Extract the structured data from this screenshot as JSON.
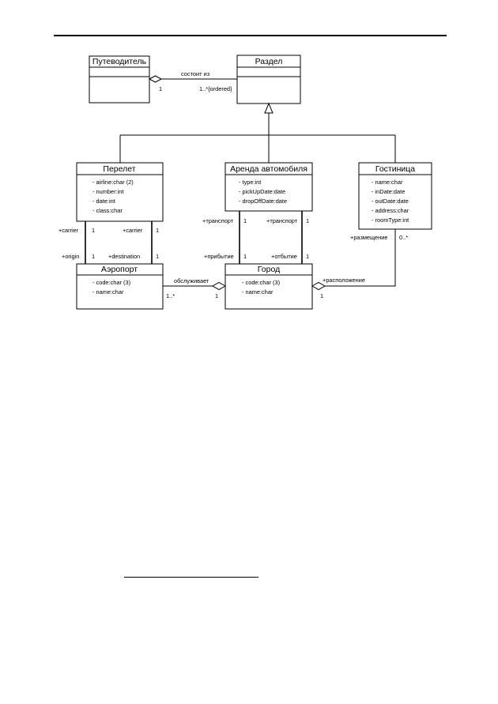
{
  "classes": {
    "guide": {
      "name": "Путеводитель",
      "attrs": []
    },
    "section": {
      "name": "Раздел",
      "attrs": []
    },
    "flight": {
      "name": "Перелет",
      "attrs": [
        "-  airline:char (2)",
        "-  number:int",
        "-  date:int",
        "-  class:char"
      ]
    },
    "car": {
      "name": "Аренда автомобиля",
      "attrs": [
        "-  type:int",
        "-  pickUpDate:date",
        "-  dropOffDate:date"
      ]
    },
    "hotel": {
      "name": "Гостиница",
      "attrs": [
        "-  name:char",
        "-  inDate:date",
        "-  outDate:date",
        "-  address:char",
        "-  roomType:int"
      ]
    },
    "airport": {
      "name": "Аэропорт",
      "attrs": [
        "-  code:char (3)",
        "-  name:char"
      ]
    },
    "city": {
      "name": "Город",
      "attrs": [
        "-  code:char (3)",
        "-  name:char"
      ]
    }
  },
  "labels": {
    "consists_of": "состоит из",
    "guide_mult": "1",
    "section_mult": "1..*{ordered}",
    "carrier_left": "+carrier",
    "carrier_left_mult": "1",
    "carrier_right": "+carrier",
    "carrier_right_mult": "1",
    "origin": "+origin",
    "origin_mult": "1",
    "destination": "+destination",
    "destination_mult": "1",
    "transport_left": "+транспорт",
    "transport_left_mult": "1",
    "transport_right": "+транспорт",
    "transport_right_mult": "1",
    "arrival": "+прибытие",
    "arrival_mult": "1",
    "departure": "+отбытие",
    "departure_mult": "1",
    "lodging": "+размещение",
    "lodging_mult": "0..*",
    "location": "+расположение",
    "location_mult": "1",
    "serves": "обслуживает",
    "serves_mult_airport": "1..*",
    "serves_mult_city": "1"
  }
}
